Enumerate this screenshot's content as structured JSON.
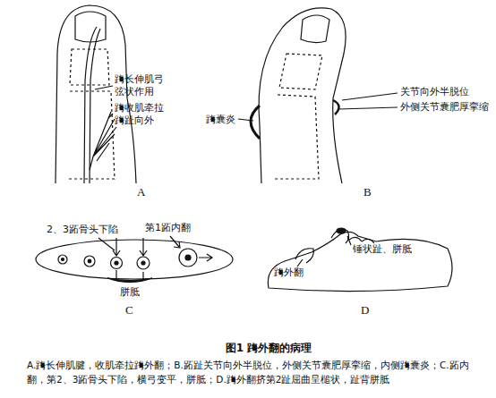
{
  "diagram": {
    "title": "图1  踇外翻的病理",
    "caption": "A.踇长伸肌腱，收肌牵拉踇外翻；B.跖趾关节向外半脱位，外侧关节囊肥厚挛缩，内侧踇囊炎；C.跖内翻，第2、3跖骨头下陷，横弓变平，胼胝；D.踇外翻挤第2趾屈曲呈槌状，趾背胼胝",
    "labels": [
      "踇长伸肌弓 弦状作用",
      "踇收肌牵拉 踇趾向外",
      "A",
      "关节向外半脱位",
      "外侧关节囊肥厚挛缩",
      "踇囊炎",
      "B",
      "2、3跖骨头下陷",
      "第1跖内翻",
      "胼胝",
      "C",
      "锤状趾、胼胝",
      "踇外翻",
      "D"
    ]
  }
}
